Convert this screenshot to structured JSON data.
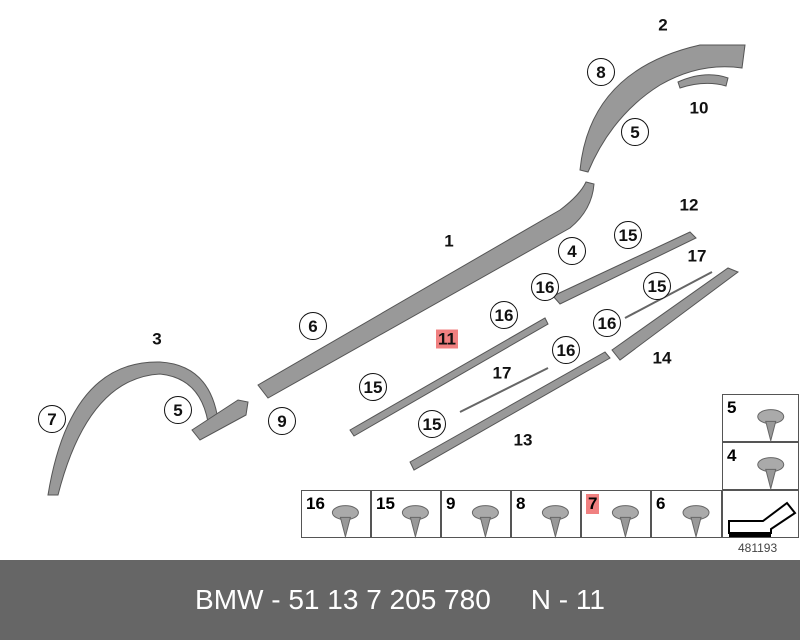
{
  "callouts": [
    {
      "label": "2",
      "style": "plain"
    },
    {
      "label": "8",
      "style": "circle"
    },
    {
      "label": "10",
      "style": "plain"
    },
    {
      "label": "5",
      "style": "circle"
    },
    {
      "label": "1",
      "style": "plain"
    },
    {
      "label": "4",
      "style": "circle"
    },
    {
      "label": "12",
      "style": "plain"
    },
    {
      "label": "15",
      "style": "circle"
    },
    {
      "label": "17",
      "style": "plain"
    },
    {
      "label": "16",
      "style": "circle"
    },
    {
      "label": "15",
      "style": "circle"
    },
    {
      "label": "6",
      "style": "circle"
    },
    {
      "label": "16",
      "style": "circle"
    },
    {
      "label": "11",
      "style": "highlight"
    },
    {
      "label": "16",
      "style": "circle"
    },
    {
      "label": "14",
      "style": "plain"
    },
    {
      "label": "3",
      "style": "plain"
    },
    {
      "label": "16",
      "style": "circle"
    },
    {
      "label": "17",
      "style": "plain"
    },
    {
      "label": "15",
      "style": "circle"
    },
    {
      "label": "5",
      "style": "circle"
    },
    {
      "label": "7",
      "style": "circle"
    },
    {
      "label": "9",
      "style": "circle"
    },
    {
      "label": "15",
      "style": "circle"
    },
    {
      "label": "13",
      "style": "plain"
    }
  ],
  "legend": [
    {
      "label": "16"
    },
    {
      "label": "15"
    },
    {
      "label": "9"
    },
    {
      "label": "8"
    },
    {
      "label": "7",
      "highlight": true
    },
    {
      "label": "6"
    },
    {
      "label": "5"
    },
    {
      "label": "4"
    }
  ],
  "diagram_number": "481193",
  "banner": {
    "part": "BMW - 51 13 7 205 780",
    "ref": "N - 11"
  },
  "colors": {
    "highlight": "#f08080",
    "banner": "#666666",
    "part": "#8a8a8a"
  }
}
